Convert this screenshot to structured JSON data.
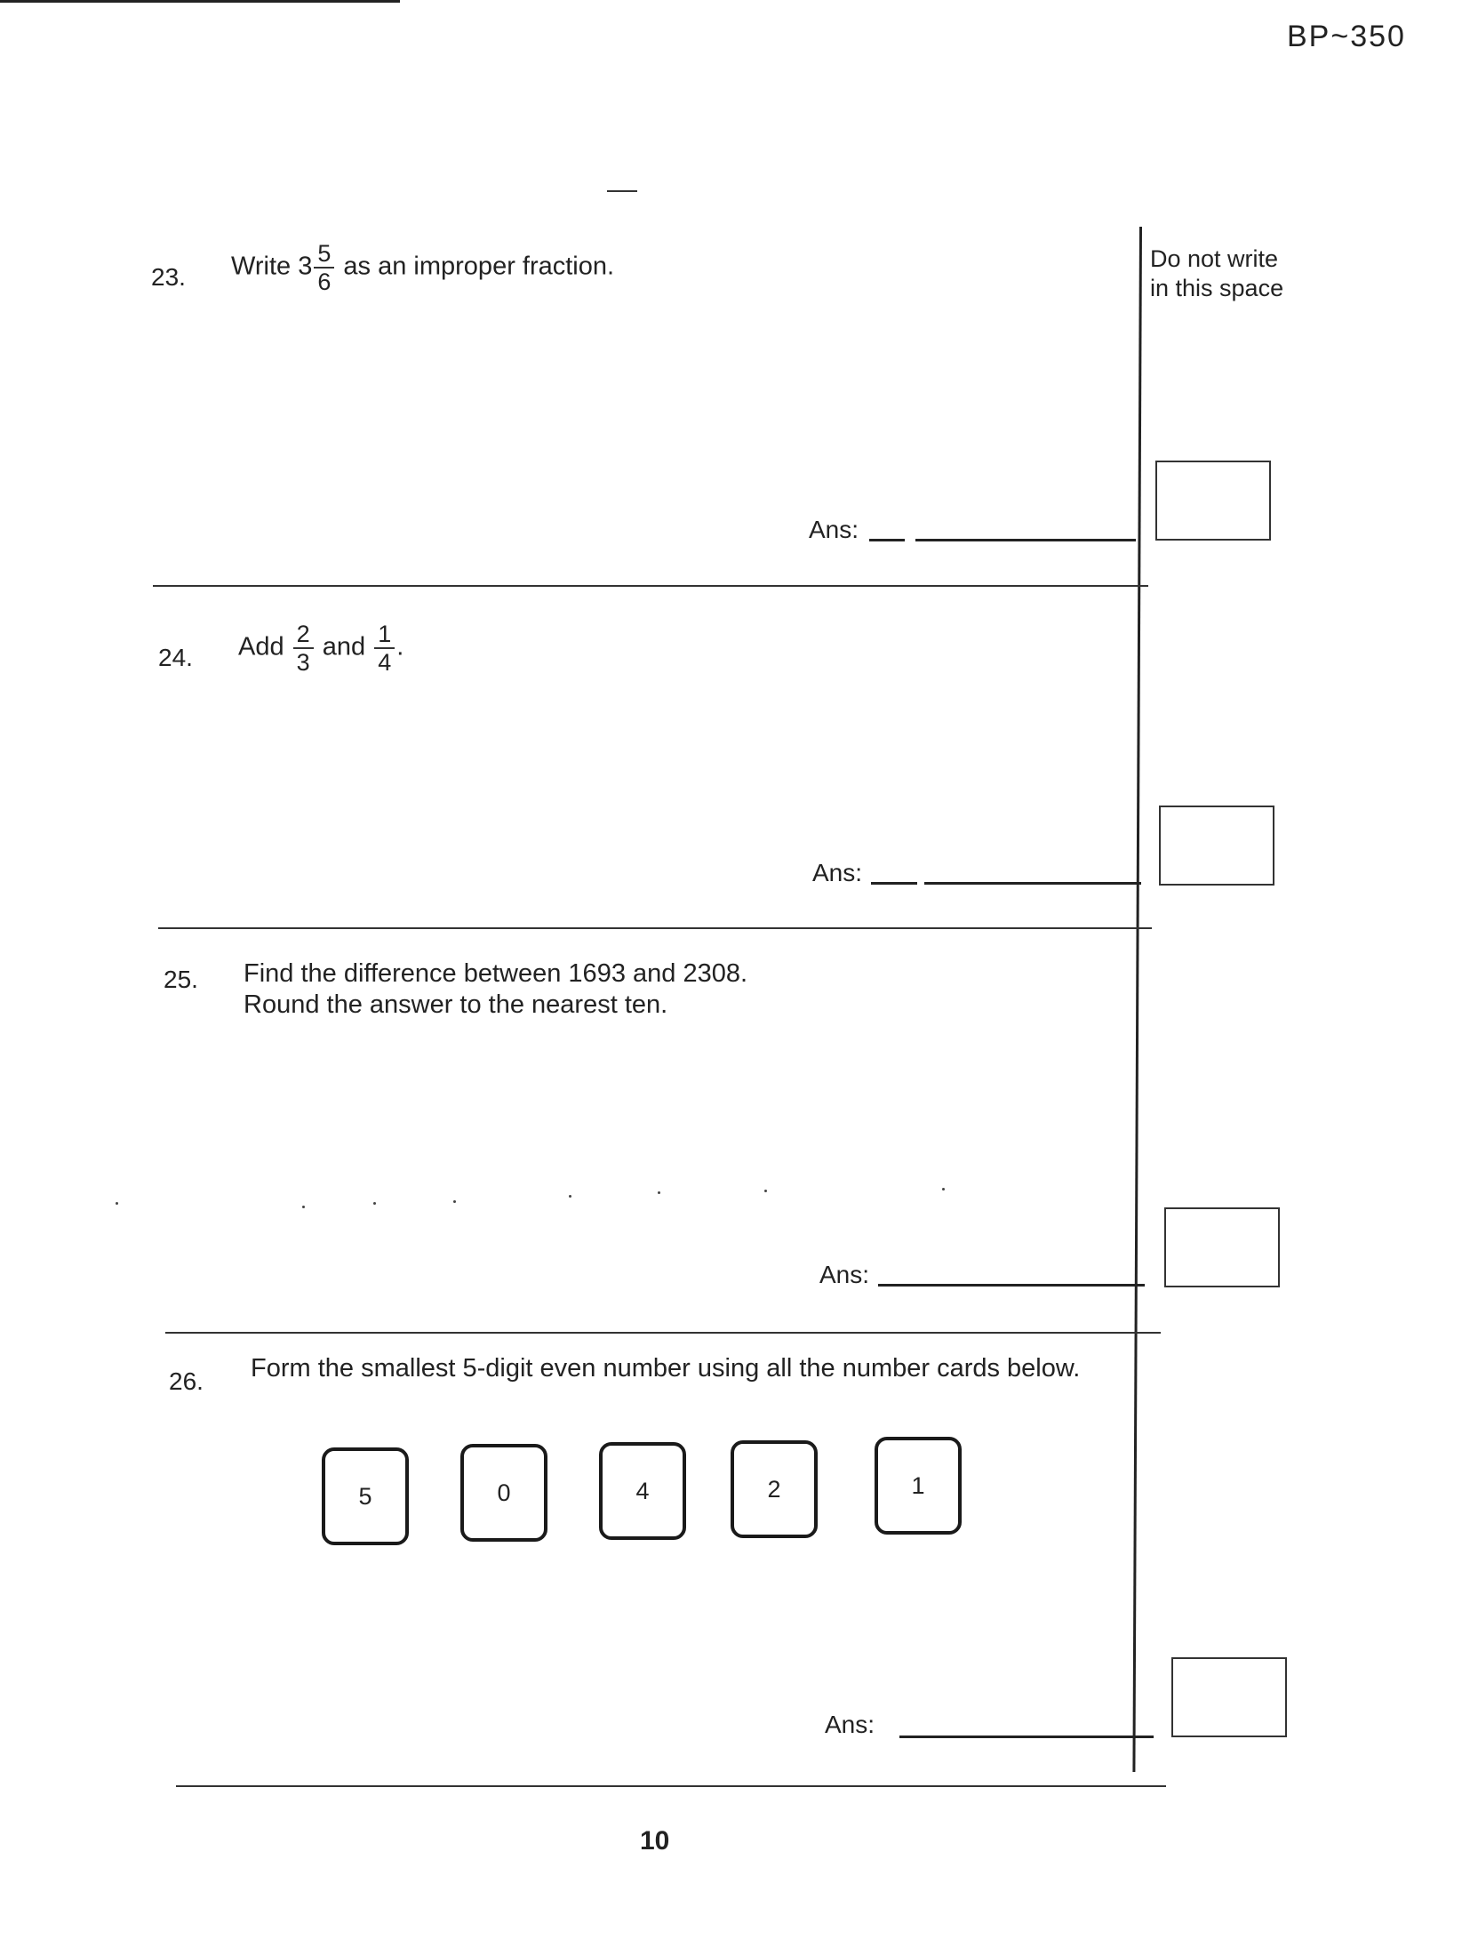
{
  "header": {
    "code": "BP~350"
  },
  "margin_note": {
    "line1": "Do not write",
    "line2": "in this space"
  },
  "questions": [
    {
      "number": "23.",
      "prefix": "Write 3",
      "frac_num": "5",
      "frac_den": "6",
      "suffix": "as an improper fraction."
    },
    {
      "number": "24.",
      "prefix": "Add",
      "frac1_num": "2",
      "frac1_den": "3",
      "middle": "and",
      "frac2_num": "1",
      "frac2_den": "4",
      "suffix": "."
    },
    {
      "number": "25.",
      "line1": "Find the difference between 1693 and 2308.",
      "line2": "Round the answer to the nearest ten."
    },
    {
      "number": "26.",
      "text": "Form the smallest 5-digit even number using all the number cards below.",
      "cards": [
        "5",
        "0",
        "4",
        "2",
        "1"
      ]
    }
  ],
  "answer_label": "Ans:",
  "page_number": "10"
}
